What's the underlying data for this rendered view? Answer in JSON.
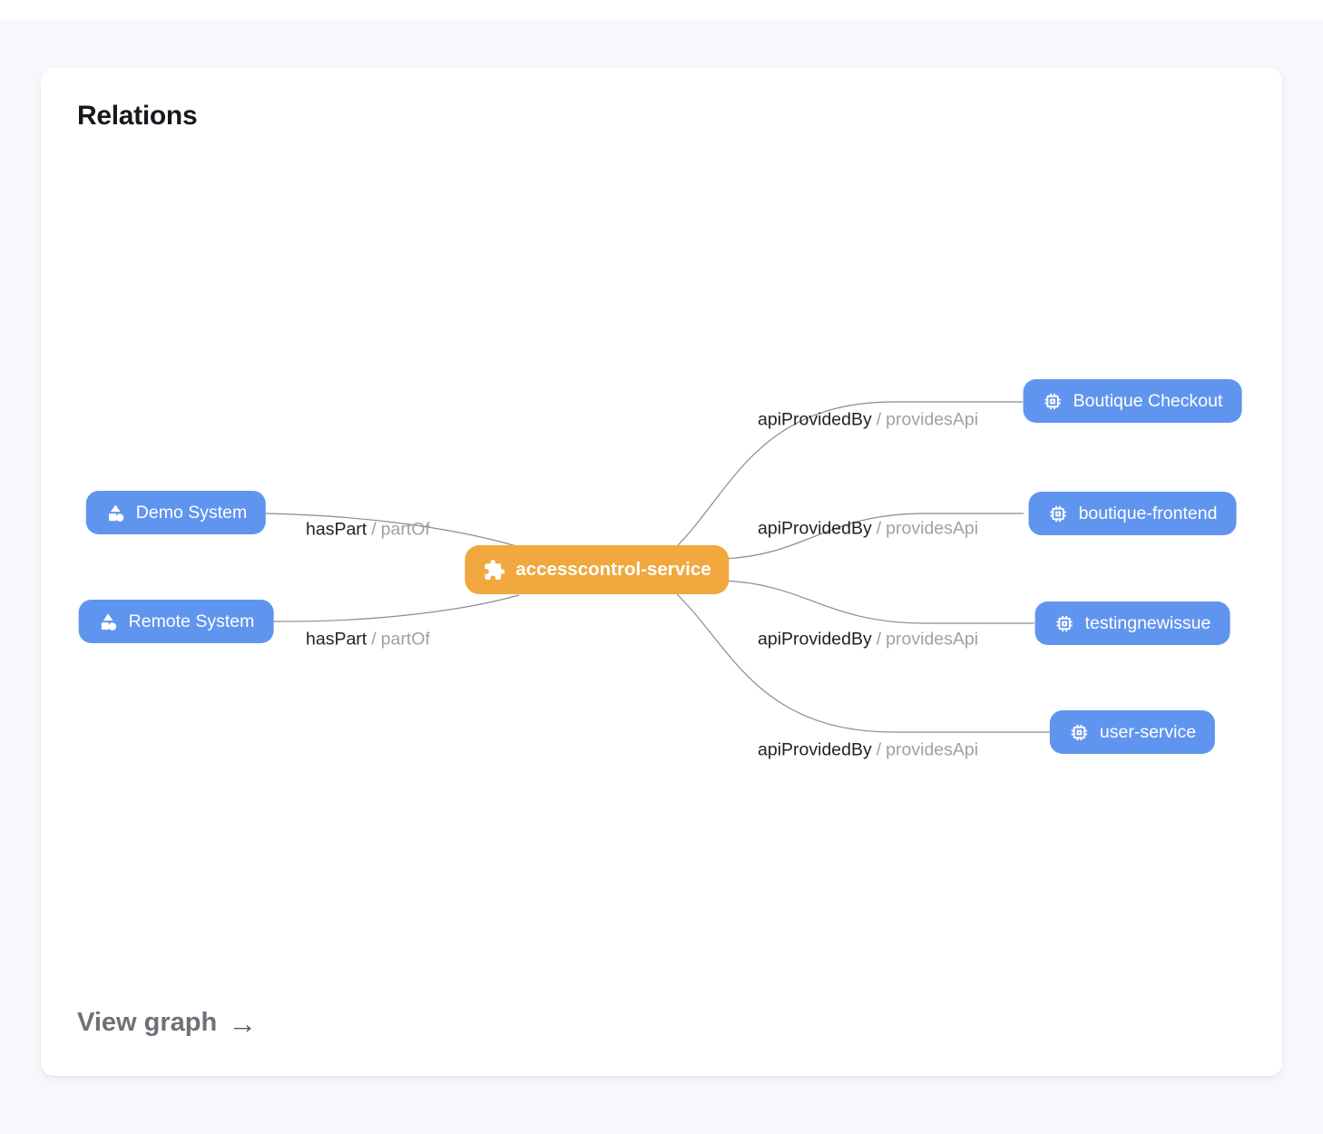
{
  "page": {
    "background_color": "#f6f8fb",
    "top_strip_color": "#ffffff"
  },
  "card": {
    "title": "Relations",
    "footer_link": {
      "label": "View graph",
      "arrow": "→"
    }
  },
  "colors": {
    "center_node_orange": "#f0a83f",
    "entity_node_blue": "#6095ef",
    "edge_line_gray": "#8b8b8b",
    "edge_label_primary": "#202226",
    "edge_label_secondary": "#9da1a8"
  },
  "graph": {
    "center_node": {
      "label": "accesscontrol-service",
      "icon": "puzzle-icon"
    },
    "left_nodes": [
      {
        "label": "Demo System",
        "icon": "system-shapes-icon"
      },
      {
        "label": "Remote System",
        "icon": "system-shapes-icon"
      }
    ],
    "right_nodes": [
      {
        "label": "Boutique Checkout",
        "icon": "api-chip-icon"
      },
      {
        "label": "boutique-frontend",
        "icon": "api-chip-icon"
      },
      {
        "label": "testingnewissue",
        "icon": "api-chip-icon"
      },
      {
        "label": "user-service",
        "icon": "api-chip-icon"
      }
    ],
    "edges": [
      {
        "source": "Demo System",
        "target": "accesscontrol-service",
        "primary": "hasPart",
        "sep": "/",
        "secondary": "partOf"
      },
      {
        "source": "Remote System",
        "target": "accesscontrol-service",
        "primary": "hasPart",
        "sep": "/",
        "secondary": "partOf"
      },
      {
        "source": "accesscontrol-service",
        "target": "Boutique Checkout",
        "primary": "apiProvidedBy",
        "sep": "/",
        "secondary": "providesApi"
      },
      {
        "source": "accesscontrol-service",
        "target": "boutique-frontend",
        "primary": "apiProvidedBy",
        "sep": "/",
        "secondary": "providesApi"
      },
      {
        "source": "accesscontrol-service",
        "target": "testingnewissue",
        "primary": "apiProvidedBy",
        "sep": "/",
        "secondary": "providesApi"
      },
      {
        "source": "accesscontrol-service",
        "target": "user-service",
        "primary": "apiProvidedBy",
        "sep": "/",
        "secondary": "providesApi"
      }
    ]
  }
}
